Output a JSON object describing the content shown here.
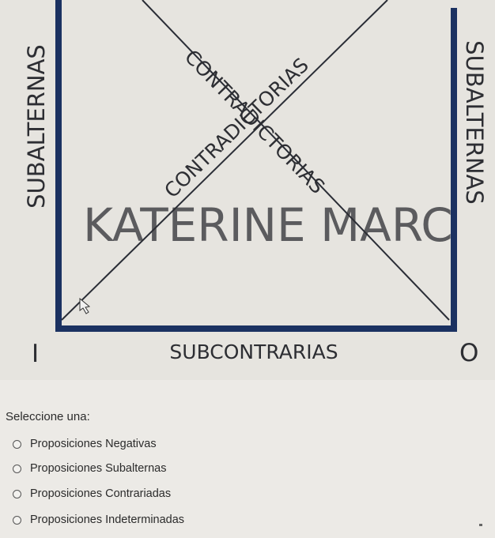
{
  "diagram": {
    "left_label": "SUBALTERNAS",
    "right_label": "SUBALTERNAS",
    "bottom_label": "SUBCONTRARIAS",
    "diagonal_up_label": "CONTRADICTORIAS",
    "diagonal_down_label": "CONTRADICTORIAS",
    "corner_bottom_left": "I",
    "corner_bottom_right": "O",
    "watermark": "KATERINE MARC"
  },
  "quiz": {
    "prompt": "Seleccione una:",
    "options": [
      "Proposiciones Negativas",
      "Proposiciones Subalternas",
      "Proposiciones Contrariadas",
      "Proposiciones Indeterminadas"
    ],
    "selected": null
  }
}
